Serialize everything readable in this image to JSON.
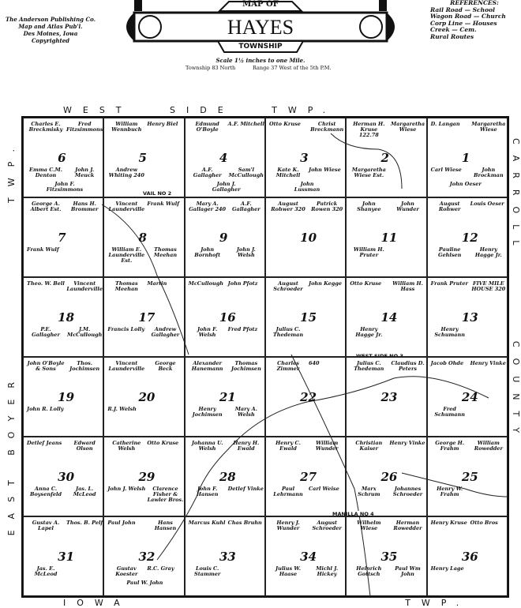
{
  "publisher": [
    "The Anderson Publishing Co.",
    "Map and Atlas Pub'l.",
    "Des Moines, Iowa",
    "Copyrighted"
  ],
  "title": {
    "map_of": "MAP OF",
    "name": "HAYES",
    "township": "TOWNSHIP"
  },
  "scale": "Scale 1½ inches to one Mile.",
  "township_line": "Township 83 North",
  "range_line": "Range 37 West of the 5th P.M.",
  "references": {
    "heading": "REFERENCES:",
    "items": [
      "Rail Road — School",
      "Wagon Road — Church",
      "Corp Line — Houses",
      "Creek — Cem.",
      "Rural Routes"
    ]
  },
  "borders": {
    "top": "WEST SIDE TWP.",
    "bottom": "IOWA TWP.",
    "left_top": "TWP.",
    "left": "EAST BOYER",
    "right": "CARROLL COUNTY"
  },
  "roads": [
    "VAIL NO 2",
    "WEST SIDE NO 3",
    "MANILLA NO 4"
  ],
  "sections": [
    {
      "n": "6",
      "owners": [
        "Charles E. Breckmisky",
        "Fred Fitzsimmons",
        "Emma C.M. Denton",
        "John J. Meuck",
        "John F. Fitzsimmons"
      ]
    },
    {
      "n": "5",
      "owners": [
        "William Wennbuch",
        "Henry Biel",
        "Andrew Whiting 240"
      ]
    },
    {
      "n": "4",
      "owners": [
        "Edmund O'Boyle",
        "A.F. Mitchell",
        "A.F. Gallagher",
        "Sam'l McCullough",
        "John J. Gallagher"
      ]
    },
    {
      "n": "3",
      "owners": [
        "Otto Kruse",
        "Christ Breckmann",
        "Kate K. Mitchell",
        "John Wiese",
        "John Lussman"
      ]
    },
    {
      "n": "2",
      "owners": [
        "Herman H. Kruse 122.78",
        "Margaretha Wiese",
        "Margaretha Wiese Est."
      ]
    },
    {
      "n": "1",
      "owners": [
        "D. Langan",
        "Margaretha Wiese",
        "Carl Wiese",
        "John Brockman",
        "John Oeser"
      ]
    },
    {
      "n": "7",
      "owners": [
        "George A. Albert Est.",
        "Hans H. Brommer",
        "Frank Wulf"
      ]
    },
    {
      "n": "8",
      "owners": [
        "Vincent Launderville",
        "Frank Wulf",
        "William E. Launderville Est.",
        "Thomas Meehan"
      ]
    },
    {
      "n": "9",
      "owners": [
        "Mary A. Gallager 240",
        "A.F. Gallagher",
        "John Bornhoft",
        "John J. Welsh"
      ]
    },
    {
      "n": "10",
      "owners": [
        "August Rohwer 320",
        "Patrick Rowen 320"
      ]
    },
    {
      "n": "11",
      "owners": [
        "John Shanyee",
        "John Wunder",
        "William H. Pruter"
      ]
    },
    {
      "n": "12",
      "owners": [
        "August Rohwer",
        "Louis Oeser",
        "Pauline Gehlsen",
        "Henry Hagge Jr."
      ]
    },
    {
      "n": "18",
      "owners": [
        "Theo. W. Bell",
        "Vincent Launderville",
        "P.E. Gallagher",
        "J.M. McCullough"
      ]
    },
    {
      "n": "17",
      "owners": [
        "Thomas Meehan",
        "Martin",
        "Francis Lolly",
        "Andrew Gallagher"
      ]
    },
    {
      "n": "16",
      "owners": [
        "McCullough",
        "John Pfotz",
        "John F. Welsh",
        "Fred Pfotz"
      ]
    },
    {
      "n": "15",
      "owners": [
        "August Schroeder",
        "John Kegge",
        "Julius C. Thedeman"
      ]
    },
    {
      "n": "14",
      "owners": [
        "Otto Kruse",
        "William H. Hass",
        "Henry Hagge Jr."
      ]
    },
    {
      "n": "13",
      "owners": [
        "Frank Pruter",
        "FIVE MILE HOUSE 320",
        "Henry Schumann"
      ]
    },
    {
      "n": "19",
      "owners": [
        "John O'Boyle & Sons",
        "Thos. Jochimsen",
        "John R. Lolly"
      ]
    },
    {
      "n": "20",
      "owners": [
        "Vincent Launderville",
        "George Beck",
        "R.J. Welsh"
      ]
    },
    {
      "n": "21",
      "owners": [
        "Alexander Hanemann",
        "Thomas Jochimsen",
        "Henry Jochimsen",
        "Mary A. Welsh"
      ]
    },
    {
      "n": "22",
      "owners": [
        "Charles Zimmer",
        "640"
      ]
    },
    {
      "n": "23",
      "owners": [
        "Julius C. Thedeman",
        "Claudius D. Peters"
      ]
    },
    {
      "n": "24",
      "owners": [
        "Jacob Ohde",
        "Henry Vinke",
        "Fred Schumann"
      ]
    },
    {
      "n": "30",
      "owners": [
        "Detlef Jeans",
        "Edward Olson",
        "Anna C. Boysenfeld",
        "Jas. L. McLeod"
      ]
    },
    {
      "n": "29",
      "owners": [
        "Catherine Welsh",
        "Otto Kruse",
        "John J. Welsh",
        "Clarence Fisher & Lawler Bros."
      ]
    },
    {
      "n": "28",
      "owners": [
        "Johanna U. Welsh",
        "Henry H. Ewald",
        "John F. Hansen",
        "Detlef Vinke"
      ]
    },
    {
      "n": "27",
      "owners": [
        "Henry C. Ewald",
        "William Wunder",
        "Paul Lehrmann",
        "Carl Weise"
      ]
    },
    {
      "n": "26",
      "owners": [
        "Christian Kaiser",
        "Henry Vinke",
        "Marx Schrum",
        "Johannes Schroeder"
      ]
    },
    {
      "n": "25",
      "owners": [
        "George H. Frahm",
        "William Rowedder",
        "Henry W. Frahm"
      ]
    },
    {
      "n": "31",
      "owners": [
        "Gustav A. Lapel",
        "Thos. B. Pelf",
        "Jas. E. McLeod"
      ]
    },
    {
      "n": "32",
      "owners": [
        "Paul John",
        "Hans Hansen",
        "Gustav Koester",
        "R.C. Gray",
        "Paul W. John"
      ]
    },
    {
      "n": "33",
      "owners": [
        "Marcus Kuhl",
        "Chas Bruhn",
        "Louis C. Stammer"
      ]
    },
    {
      "n": "34",
      "owners": [
        "Henry J. Wunder",
        "August Schroeder",
        "Julius W. Haase",
        "Michl J. Hickey"
      ]
    },
    {
      "n": "35",
      "owners": [
        "Wilhelm Wiese",
        "Herman Rowedder",
        "Heinrich Gottsch",
        "Paul Wm John"
      ]
    },
    {
      "n": "36",
      "owners": [
        "Henry Kruse",
        "Otto Bros",
        "Henry Lage"
      ]
    }
  ]
}
